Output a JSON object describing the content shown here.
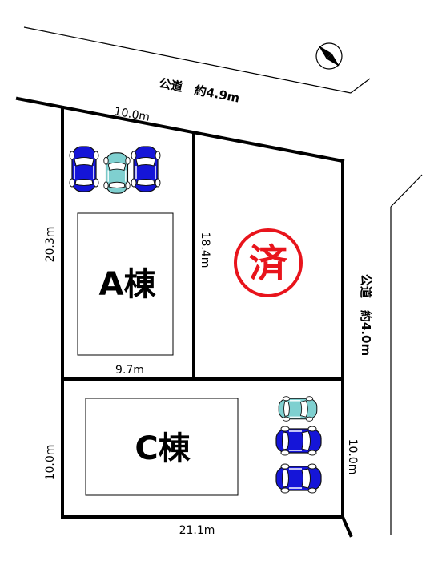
{
  "road_north": "公道　約4.9m",
  "road_east": "公道　約4.0m",
  "dimensions": {
    "top_width": "10.0m",
    "left_upper_depth": "20.3m",
    "middle_depth": "18.4m",
    "building_a_width": "9.7m",
    "left_lower_depth": "10.0m",
    "right_lower_depth": "10.0m",
    "bottom_width": "21.1m"
  },
  "buildings": {
    "a_label": "A棟",
    "c_label": "C棟"
  },
  "sold_stamp": "済",
  "icons": {
    "compass": "north-compass-icon",
    "car": "car-icon"
  },
  "colors": {
    "lot_line": "#000000",
    "car_blue": "#1515d8",
    "car_teal": "#7fd0d0",
    "stamp_red": "#e8141c"
  }
}
